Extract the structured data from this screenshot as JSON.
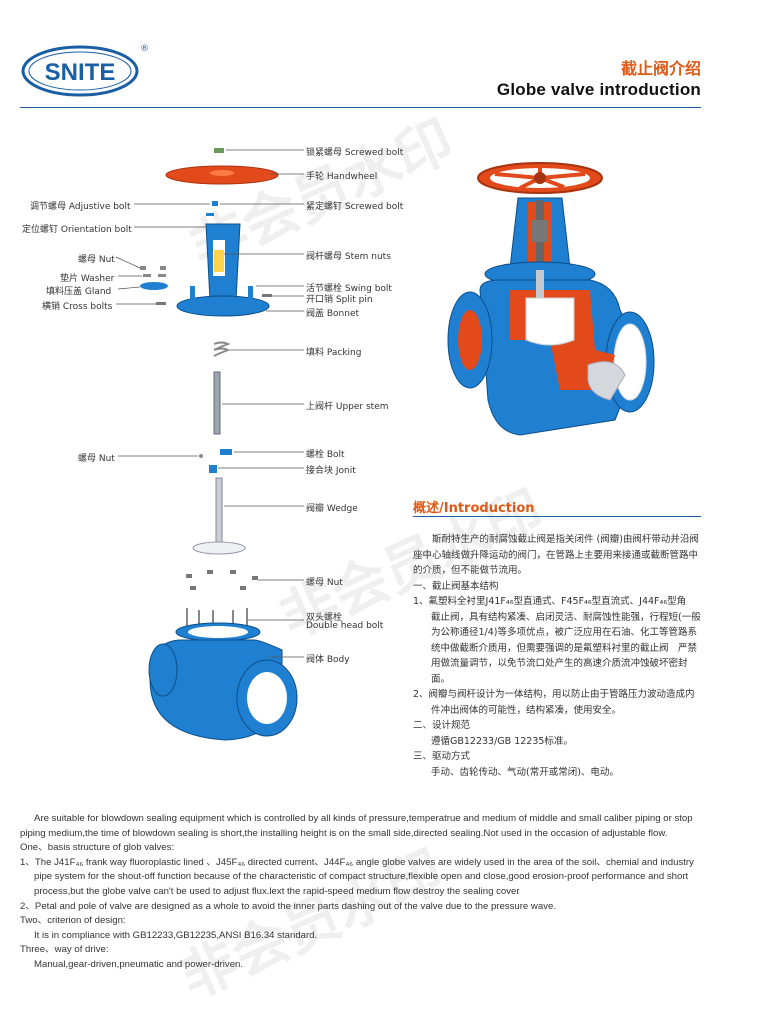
{
  "header": {
    "brand": "SNITE",
    "registered": "®",
    "title_cn": "截止阀介绍",
    "title_en": "Globe valve introduction"
  },
  "parts_right": [
    "锁紧螺母 Screwed bolt",
    "手轮 Handwheel",
    "紧定螺钉 Screwed bolt",
    "阀杆螺母 Stem nuts",
    "活节螺栓 Swing bolt",
    "开口销 Split pin",
    "阀盖 Bonnet",
    "填料 Packing",
    "上阀杆 Upper stem",
    "螺栓 Bolt",
    "接合块 Jonit",
    "阀瓣 Wedge",
    "螺母 Nut",
    "双头螺栓",
    "Double head bolt",
    "阀体 Body"
  ],
  "parts_left": [
    "调节螺母 Adjustive bolt",
    "定位螺钉 Orientation bolt",
    "螺母 Nut",
    "垫片 Washer",
    "填料压盖 Gland",
    "横销 Cross bolts",
    "螺母 Nut"
  ],
  "intro": {
    "heading": "概述/Introduction",
    "paragraph": "斯耐特生产的耐腐蚀截止阀是指关闭件 (阀瓣)由阀杆带动并沿阀座中心轴线做升降运动的阀门，在管路上主要用来接通或截断管路中的介质，但不能做节流用。",
    "s1": "一、截止阀基本结构",
    "s1_1": "1、氟塑料全衬里J41F₄₆型直通式、F45F₄₆型直流式、J44F₄₆型角",
    "s1_1_cont": "截止阀，具有结构紧凑、启闭灵活、耐腐蚀性能强，行程短(一般为公称通径1/4)等多项优点，被广泛应用在石油、化工等管路系统中做截断介质用，但需要强调的是氟塑料衬里的截止阀　严禁用做流量调节，以免节流口处产生的高速介质流冲蚀破坏密封面。",
    "s1_2": "2、阀瓣与阀杆设计为一体结构，用以防止由于管路压力波动造成内件冲出阀体的可能性，结构紧凑，使用安全。",
    "s2": "二、设计规范",
    "s2_1": "遵循GB12233/GB 12235标准。",
    "s3": "三、驱动方式",
    "s3_1": "手动、齿轮传动、气动(常开或常闭)、电动。"
  },
  "english": {
    "p1": "Are suitable for blowdown sealing equipment which is controlled by all kinds of pressure,temperatrue and medium of middle and small caliber piping or stop piping medium,the time of blowdown sealing is short,the installing height is on the small side,directed sealing.Not used in the occasion of adjustable flow.",
    "one": "One、basis structure of glob valves:",
    "one_1": "1、The J41F₄₆ frank way fluoroplastic lined 、J45F₄₆ directed current、J44F₄₆ angle globe valves are widely used in the area of the soil、chemial and industry pipe system for the shout-off function because of the characteristic of compact structure,flexible open and close,good erosion-proof performance and short process,but the globe valve can't be used to adjust flux.lext the rapid-speed medium flow destroy the sealing cover",
    "one_2": "2、Petal and pole of valve are designed as a whole to avoid the inner parts dashing out of the valve due to the pressure wave.",
    "two": "Two、criterion of design:",
    "two_1": "It is in compliance with GB12233,GB12235,ANSI B16.34 standard.",
    "three": "Three、way of drive:",
    "three_1": "Manual,gear-driven,pneumatic and power-driven."
  },
  "watermark": "非会员水印",
  "colors": {
    "accent": "#e05a17",
    "brand_blue": "#1a5fa3",
    "valve_blue": "#1f7fd0",
    "valve_red": "#e24a1c"
  }
}
